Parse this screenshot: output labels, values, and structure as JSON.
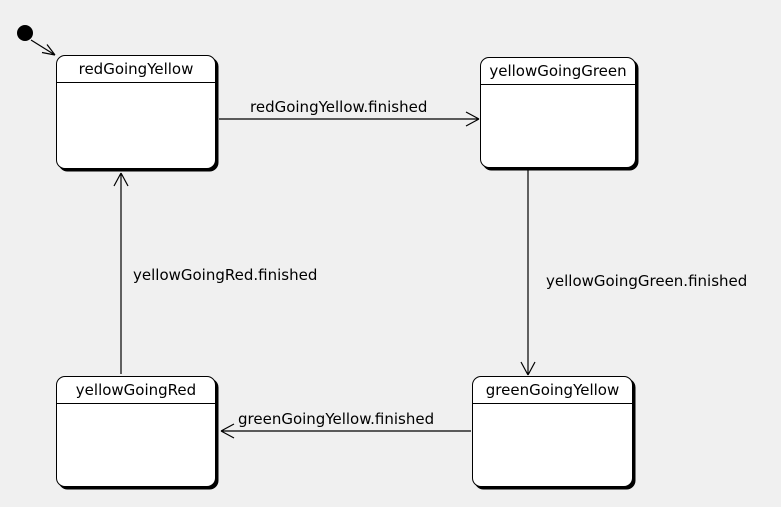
{
  "diagram_type": "uml-state-machine",
  "colors": {
    "background": "#f0f0f0",
    "state_fill": "#ffffff",
    "line": "#000000",
    "text": "#000000"
  },
  "initial": {
    "marker": "filled-dot",
    "to": "redGoingYellow"
  },
  "states": [
    {
      "name": "redGoingYellow"
    },
    {
      "name": "yellowGoingGreen"
    },
    {
      "name": "greenGoingYellow"
    },
    {
      "name": "yellowGoingRed"
    }
  ],
  "transitions": [
    {
      "from": "redGoingYellow",
      "to": "yellowGoingGreen",
      "label": "redGoingYellow.finished"
    },
    {
      "from": "yellowGoingGreen",
      "to": "greenGoingYellow",
      "label": "yellowGoingGreen.finished"
    },
    {
      "from": "greenGoingYellow",
      "to": "yellowGoingRed",
      "label": "greenGoingYellow.finished"
    },
    {
      "from": "yellowGoingRed",
      "to": "redGoingYellow",
      "label": "yellowGoingRed.finished"
    }
  ]
}
